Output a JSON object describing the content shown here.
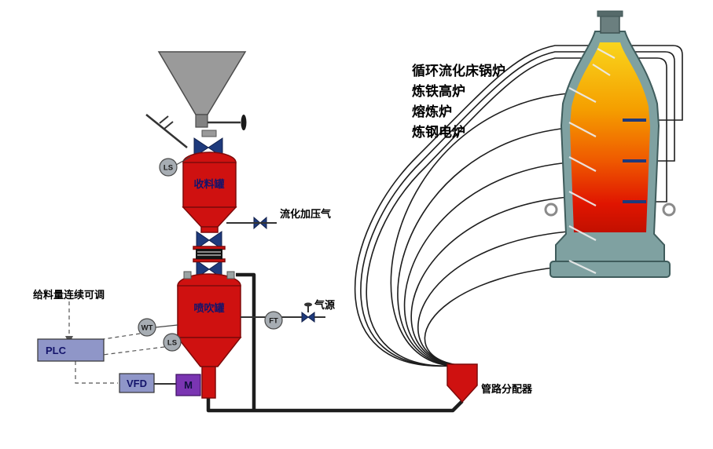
{
  "diagram": {
    "feed_note": "给料量连续可调",
    "plc": "PLC",
    "vfd": "VFD",
    "motor": "M",
    "receiving_tank": "收料罐",
    "injection_tank": "喷吹罐",
    "fluidization_gas": "流化加压气",
    "gas_source": "气源",
    "distributor": "管路分配器",
    "sensors": {
      "ls_top": "LS",
      "wt": "WT",
      "ls_bottom": "LS",
      "ft": "FT"
    },
    "applications": [
      "循环流化床锅炉",
      "炼铁高炉",
      "熔炼炉",
      "炼钢电炉"
    ],
    "colors": {
      "vessel_red": "#cf1110",
      "vessel_red_dark": "#7e0a0a",
      "valve_navy": "#1e3a7c",
      "hopper_gray": "#9a9a9a",
      "panel_purple": "#8f96c8",
      "motor_purple": "#7a35b2",
      "pipe_dark": "#1d1d1d",
      "shell_teal": "#7fa1a1",
      "melt_top": "#f9d51c",
      "melt_bottom": "#c21000"
    }
  }
}
